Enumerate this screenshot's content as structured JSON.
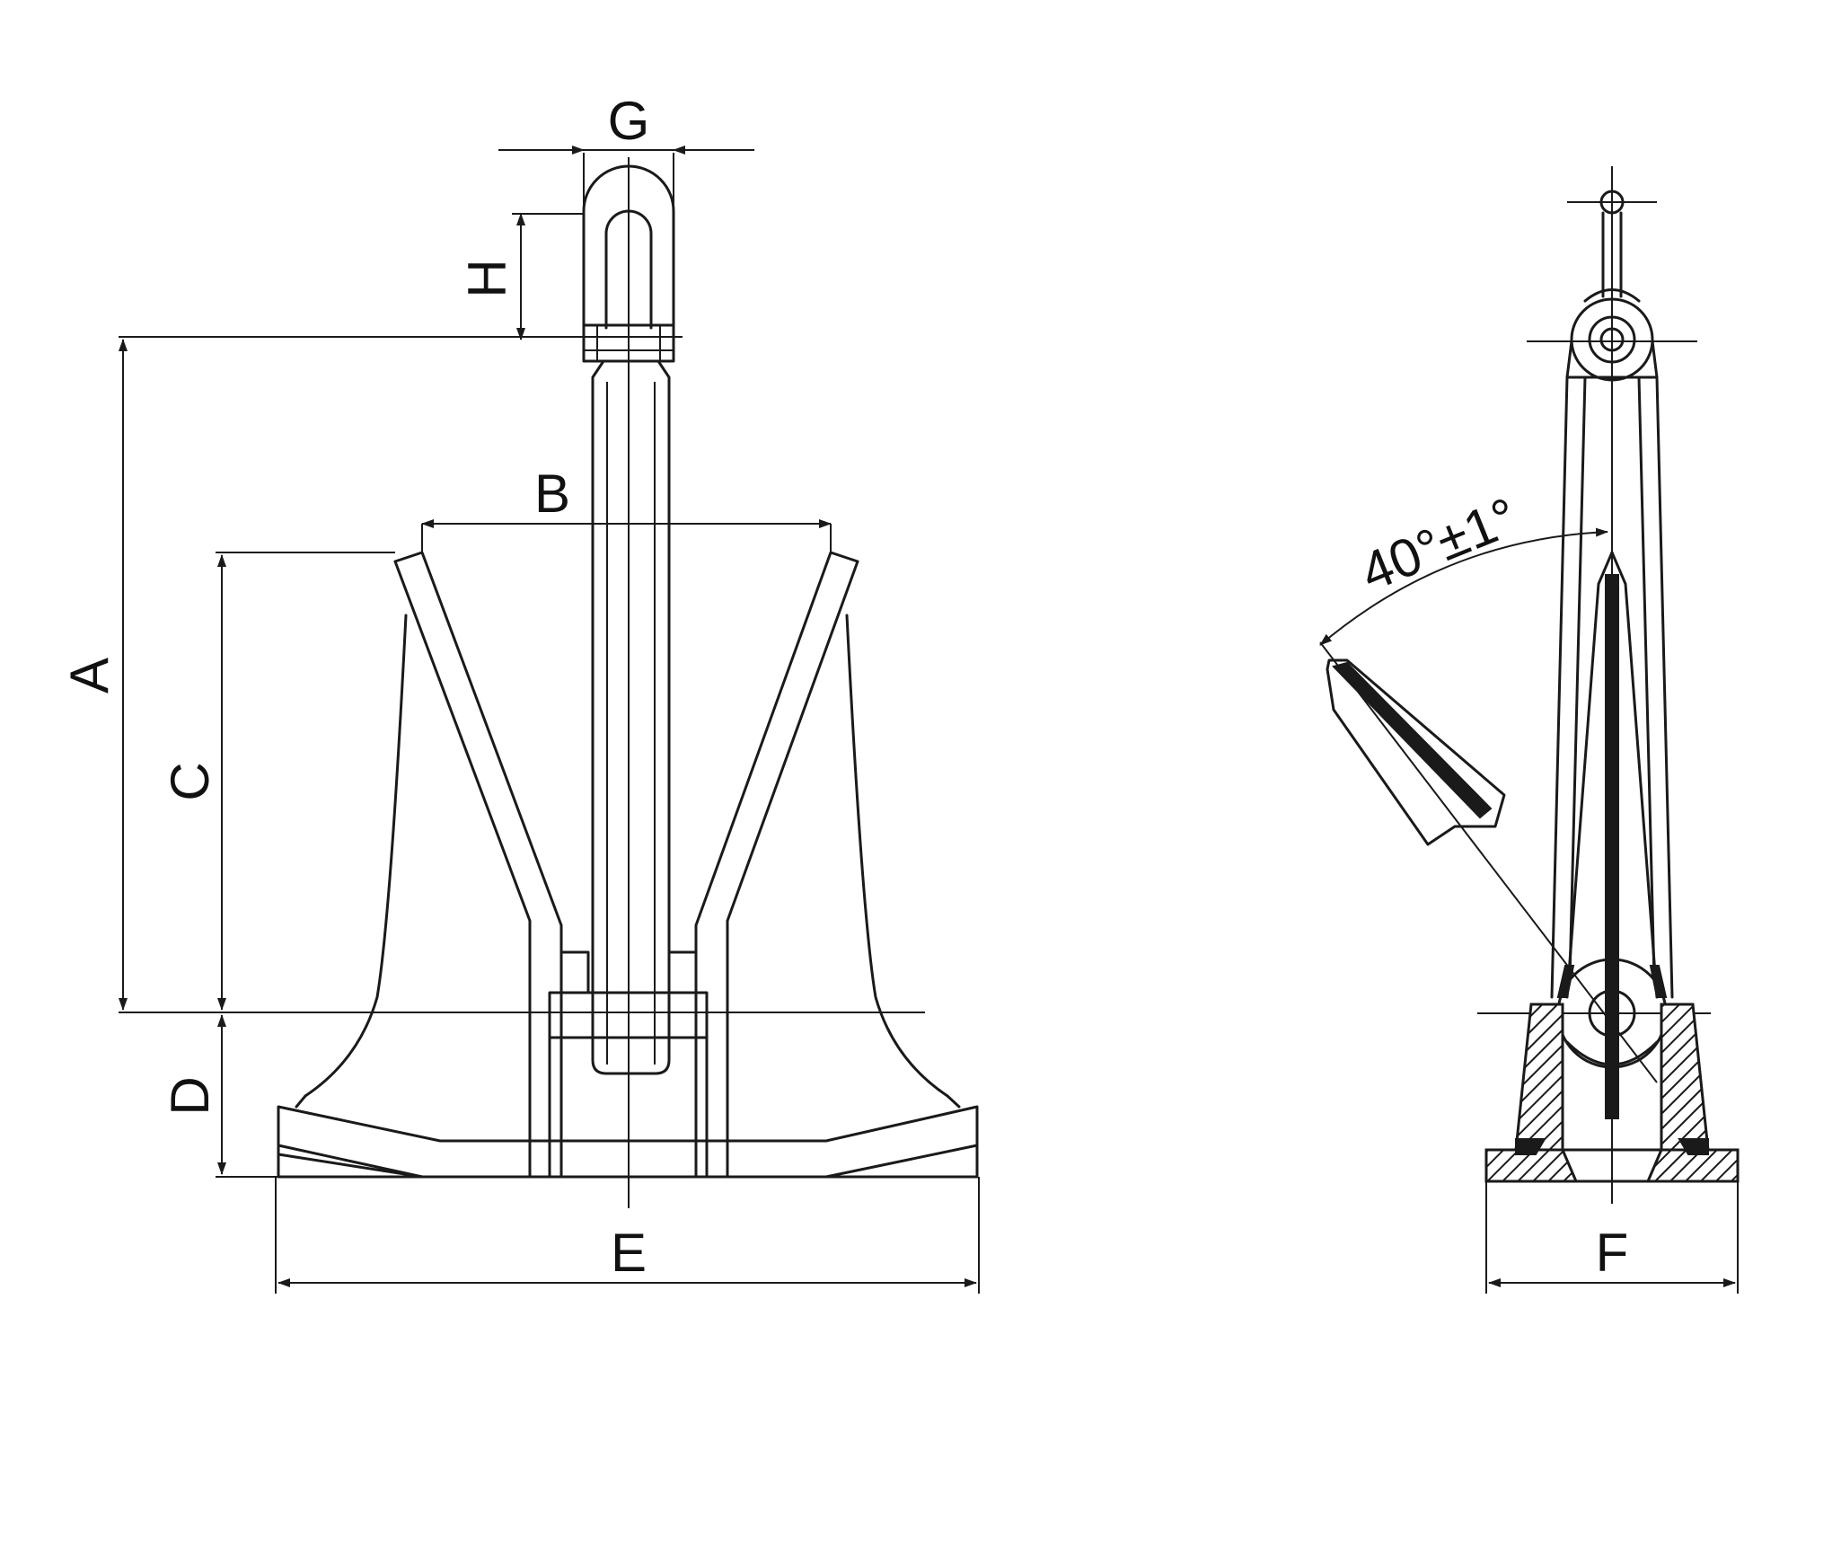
{
  "labels": {
    "A": "A",
    "B": "B",
    "C": "C",
    "D": "D",
    "E": "E",
    "F": "F",
    "G": "G",
    "H": "H",
    "angle": "40°±1°"
  },
  "colors": {
    "line": "#1a1a1a",
    "background": "#ffffff"
  }
}
